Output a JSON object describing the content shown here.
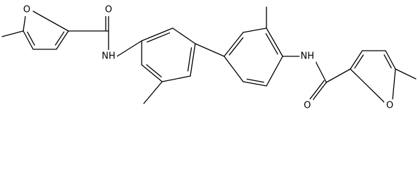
{
  "molecule": {
    "atom_labels": {
      "o_carbonyl_left": "O",
      "o_furan_left": "O",
      "nh_left": "NH",
      "nh_right": "NH",
      "o_carbonyl_right": "O",
      "o_furan_right": "O"
    }
  }
}
